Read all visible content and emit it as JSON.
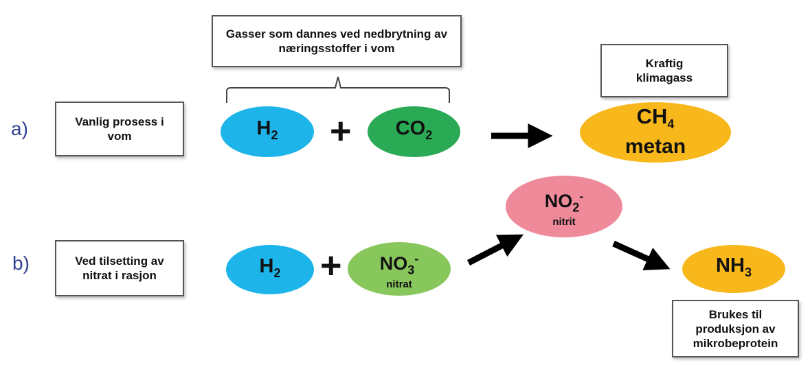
{
  "colors": {
    "h2": "#1cb4e9",
    "co2": "#2aaa55",
    "ch4": "#f8b81c",
    "no3": "#88c75c",
    "no2": "#ee8a9a",
    "nh3": "#f8b81c",
    "row_label": "#2f3f8f"
  },
  "gas_box": "Gasser som dannes ved nedbrytning av næringsstoffer i vom",
  "climate_box": "Kraftig klimagass",
  "row_a": {
    "label": "a)",
    "box": "Vanlig prosess i vom",
    "h2": {
      "main": "H",
      "sub": "2"
    },
    "plus": "+",
    "co2": {
      "main": "CO",
      "sub": "2"
    },
    "ch4": {
      "main": "CH",
      "sub": "4",
      "name": "metan"
    }
  },
  "row_b": {
    "label": "b)",
    "box": "Ved tilsetting av nitrat i rasjon",
    "h2": {
      "main": "H",
      "sub": "2"
    },
    "plus": "+",
    "no3": {
      "main": "NO",
      "sub": "3",
      "sup": "-",
      "name": "nitrat"
    },
    "no2": {
      "main": "NO",
      "sub": "2",
      "sup": "-",
      "name": "nitrit"
    },
    "nh3": {
      "main": "NH",
      "sub": "3"
    },
    "use_box": "Brukes til produksjon av mikrobeprotein"
  }
}
